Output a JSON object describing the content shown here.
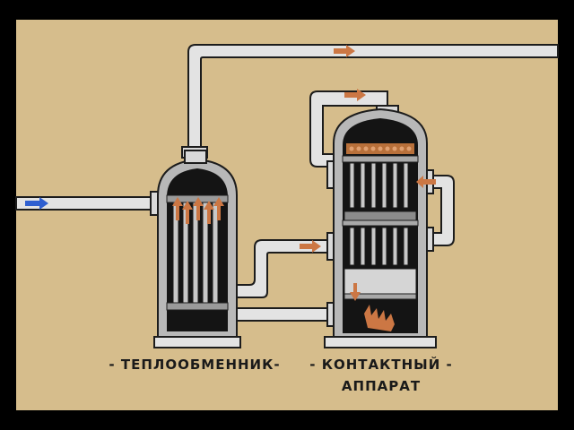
{
  "labels": {
    "heat_exchanger": "- ТЕПЛООБМЕННИК-",
    "contact_apparatus_line1": "- КОНТАКТНЫЙ -",
    "contact_apparatus_line2": "АППАРАТ"
  },
  "colors": {
    "background": "#d6bd8c",
    "frame": "#000000",
    "pipe_fill": "#e3e3e3",
    "pipe_outline": "#1c1c1c",
    "vessel_wall": "#b8b8b8",
    "interior": "#141414",
    "tube": "#c8c8c8",
    "arrow_hot": "#cc7744",
    "arrow_cold": "#2f5fd0",
    "catalyst": "#b8703a"
  },
  "icons": {
    "inlet_arrow": "arrow-right-blue",
    "flow_arrows": "arrow-orange"
  }
}
